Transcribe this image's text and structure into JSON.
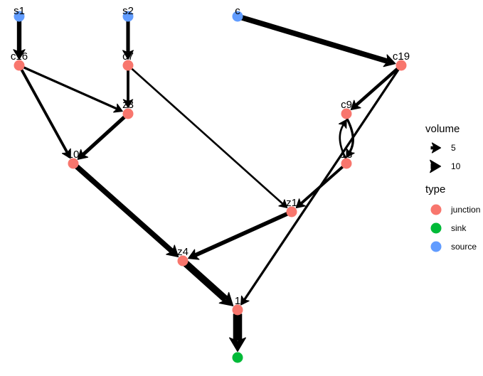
{
  "graph": {
    "nodes": [
      {
        "id": "s1",
        "label": "s1",
        "type": "source"
      },
      {
        "id": "s2",
        "label": "s2",
        "type": "source"
      },
      {
        "id": "c",
        "label": "c",
        "type": "source"
      },
      {
        "id": "c16",
        "label": "c16",
        "type": "junction"
      },
      {
        "id": "c7",
        "label": "c7",
        "type": "junction"
      },
      {
        "id": "c19",
        "label": "c19",
        "type": "junction"
      },
      {
        "id": "z3",
        "label": "z3",
        "type": "junction"
      },
      {
        "id": "c9",
        "label": "c9",
        "type": "junction"
      },
      {
        "id": "j10",
        "label": "10",
        "type": "junction"
      },
      {
        "id": "j13",
        "label": "13",
        "type": "junction"
      },
      {
        "id": "z1",
        "label": "z1",
        "type": "junction"
      },
      {
        "id": "z4",
        "label": "z4",
        "type": "junction"
      },
      {
        "id": "j1",
        "label": "1",
        "type": "junction"
      },
      {
        "id": "sink",
        "label": "",
        "type": "sink"
      }
    ],
    "edges": [
      {
        "from": "s1",
        "to": "c16",
        "volume": 8
      },
      {
        "from": "s2",
        "to": "c7",
        "volume": 6
      },
      {
        "from": "c",
        "to": "c19",
        "volume": 10
      },
      {
        "from": "c16",
        "to": "z3",
        "volume": 3
      },
      {
        "from": "c16",
        "to": "j10",
        "volume": 4
      },
      {
        "from": "c7",
        "to": "z3",
        "volume": 4
      },
      {
        "from": "c7",
        "to": "z1",
        "volume": 2
      },
      {
        "from": "z3",
        "to": "j10",
        "volume": 6
      },
      {
        "from": "c19",
        "to": "c9",
        "volume": 5
      },
      {
        "from": "c19",
        "to": "j1",
        "volume": 3
      },
      {
        "from": "c9",
        "to": "j13",
        "volume": 3,
        "curve": -1
      },
      {
        "from": "j13",
        "to": "c9",
        "volume": 2,
        "curve": -1
      },
      {
        "from": "j13",
        "to": "z1",
        "volume": 4
      },
      {
        "from": "j10",
        "to": "z4",
        "volume": 10
      },
      {
        "from": "z1",
        "to": "z4",
        "volume": 7
      },
      {
        "from": "z4",
        "to": "j1",
        "volume": 14
      },
      {
        "from": "j1",
        "to": "sink",
        "volume": 18
      }
    ]
  },
  "legend": {
    "volume_title": "volume",
    "volume_items": [
      {
        "label": "5",
        "volume": 5
      },
      {
        "label": "10",
        "volume": 10
      }
    ],
    "type_title": "type",
    "type_items": [
      {
        "label": "junction",
        "type": "junction"
      },
      {
        "label": "sink",
        "type": "sink"
      },
      {
        "label": "source",
        "type": "source"
      }
    ]
  },
  "colors": {
    "junction": "#F8766D",
    "sink": "#00BA38",
    "source": "#619CFF",
    "edge": "#000000"
  }
}
